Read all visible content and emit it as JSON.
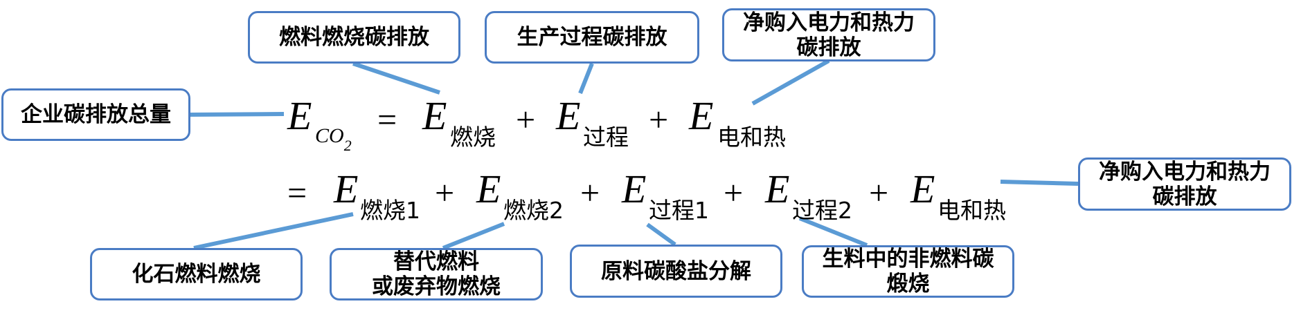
{
  "labels": {
    "total": "企业碳排放总量",
    "combustion": "燃料燃烧碳排放",
    "process": "生产过程碳排放",
    "electricity_heat_top": "净购入电力和热力\n碳排放",
    "electricity_heat_right": "净购入电力和热力\n碳排放",
    "fossil_fuel": "化石燃料燃烧",
    "alt_fuel": "替代燃料\n或废弃物燃烧",
    "carbonate": "原料碳酸盐分解",
    "raw_meal": "生料中的非燃料碳\n煅烧"
  },
  "equation": {
    "E": "E",
    "co2_sub": "CO",
    "co2_num": "2",
    "eq": "=",
    "plus": "+",
    "sub_combustion": "燃烧",
    "sub_process": "过程",
    "sub_elec_heat": "电和热",
    "sub_combustion1": "燃烧1",
    "sub_combustion2": "燃烧2",
    "sub_process1": "过程1",
    "sub_process2": "过程2"
  },
  "colors": {
    "connector": "#5b9bd5",
    "box_border": "#4a7cc4"
  }
}
